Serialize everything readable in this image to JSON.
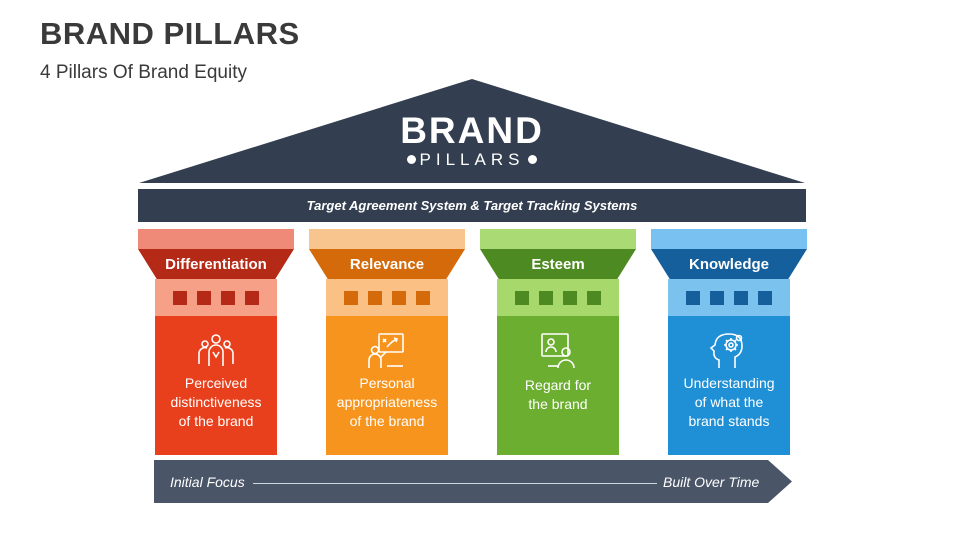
{
  "header": {
    "title": "BRAND PILLARS",
    "subtitle": "4 Pillars Of Brand Equity"
  },
  "roof": {
    "brand": "BRAND",
    "pillars": "PILLARS"
  },
  "beam": {
    "text": "Target Agreement System & Target Tracking Systems"
  },
  "pillars": [
    {
      "label": "Differentiation",
      "desc": [
        "Perceived",
        "distinctiveness",
        "of the brand"
      ],
      "icon": "people-group-icon",
      "colors": {
        "cap": "#ef8a78",
        "head": "#b52a16",
        "neck": "#f5a087",
        "square": "#b52a16",
        "body": "#e8401c"
      }
    },
    {
      "label": "Relevance",
      "desc": [
        "Personal",
        "appropriateness",
        "of the brand"
      ],
      "icon": "strategy-board-icon",
      "colors": {
        "cap": "#f9c58f",
        "head": "#d46a0a",
        "neck": "#fbc083",
        "square": "#d46a0a",
        "body": "#f7941d"
      }
    },
    {
      "label": "Esteem",
      "desc": [
        "Regard for",
        "the brand"
      ],
      "icon": "presentation-icon",
      "colors": {
        "cap": "#a9da73",
        "head": "#4d8a22",
        "neck": "#a6d86c",
        "square": "#4d8a22",
        "body": "#6cae30"
      }
    },
    {
      "label": "Knowledge",
      "desc": [
        "Understanding",
        "of what the",
        "brand stands"
      ],
      "icon": "head-gears-icon",
      "colors": {
        "cap": "#78c1f0",
        "head": "#145f9c",
        "neck": "#7cc2ee",
        "square": "#145f9c",
        "body": "#1f8fd6"
      }
    }
  ],
  "timeline": {
    "start": "Initial Focus",
    "end": "Built Over Time"
  },
  "colors": {
    "dark": "#333f50",
    "arrow": "#4a5568"
  }
}
